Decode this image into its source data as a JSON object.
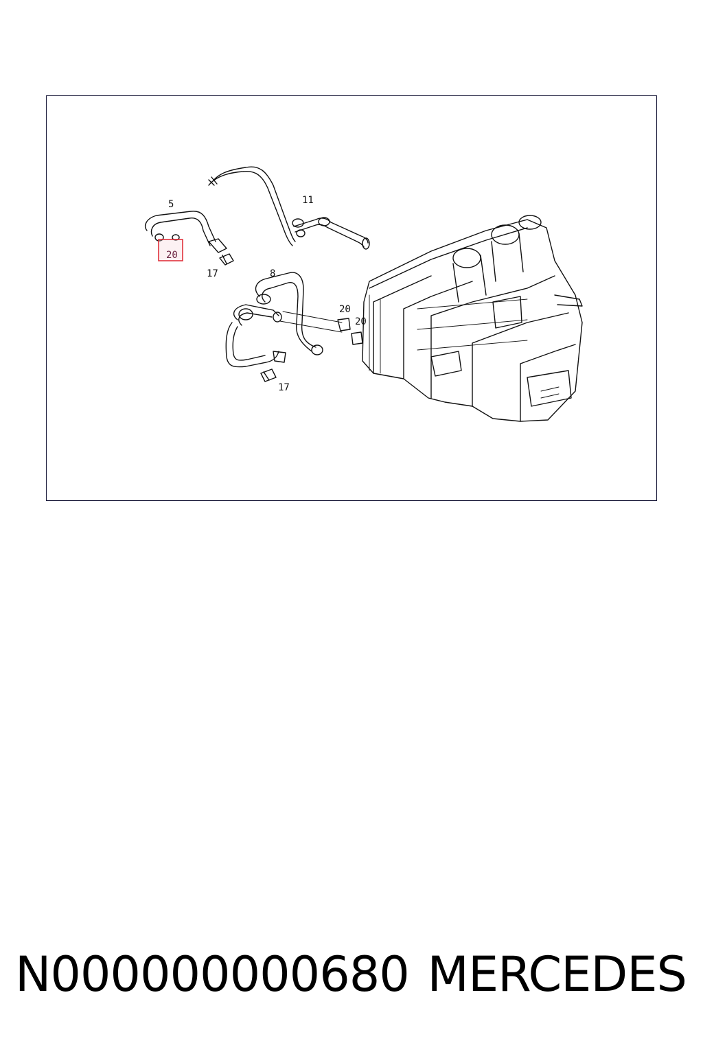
{
  "diagram": {
    "callouts": [
      {
        "id": "c5",
        "label": "5"
      },
      {
        "id": "c11",
        "label": "11"
      },
      {
        "id": "c20a",
        "label": "20"
      },
      {
        "id": "c17a",
        "label": "17"
      },
      {
        "id": "c8",
        "label": "8"
      },
      {
        "id": "c20b",
        "label": "20"
      },
      {
        "id": "c20c",
        "label": "20"
      },
      {
        "id": "c17b",
        "label": "17"
      }
    ],
    "highlighted_callout": "20",
    "highlight_color": "#e0303a"
  },
  "footer": {
    "part_number": "N000000000680",
    "brand": "MERCEDES"
  }
}
